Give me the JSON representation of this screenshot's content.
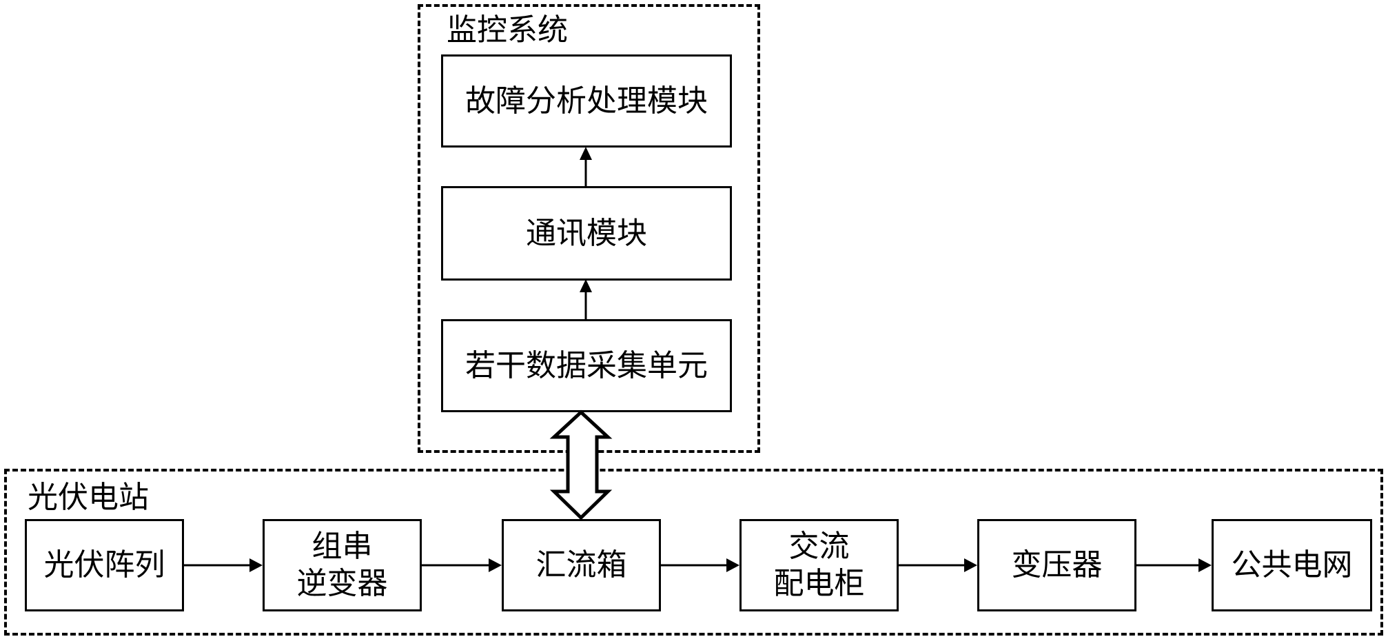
{
  "monitoring_system": {
    "label": "监控系统",
    "modules": [
      {
        "id": "fault",
        "lines": [
          "故障分析处理模块"
        ]
      },
      {
        "id": "comm",
        "lines": [
          "通讯模块"
        ]
      },
      {
        "id": "collect",
        "lines": [
          "若干数据采集单元"
        ]
      }
    ]
  },
  "pv_station": {
    "label": "光伏电站",
    "chain": [
      {
        "id": "array",
        "lines": [
          "光伏阵列"
        ]
      },
      {
        "id": "inverter",
        "lines": [
          "组串",
          "逆变器"
        ]
      },
      {
        "id": "combiner",
        "lines": [
          "汇流箱"
        ]
      },
      {
        "id": "ac_cabinet",
        "lines": [
          "交流",
          "配电柜"
        ]
      },
      {
        "id": "transformer",
        "lines": [
          "变压器"
        ]
      },
      {
        "id": "grid",
        "lines": [
          "公共电网"
        ]
      }
    ]
  },
  "connections": [
    {
      "from": "collect",
      "to": "comm",
      "type": "arrow"
    },
    {
      "from": "comm",
      "to": "fault",
      "type": "arrow"
    },
    {
      "from": "array",
      "to": "inverter",
      "type": "arrow"
    },
    {
      "from": "inverter",
      "to": "combiner",
      "type": "arrow"
    },
    {
      "from": "combiner",
      "to": "ac_cabinet",
      "type": "arrow"
    },
    {
      "from": "ac_cabinet",
      "to": "transformer",
      "type": "arrow"
    },
    {
      "from": "transformer",
      "to": "grid",
      "type": "arrow"
    },
    {
      "from": "collect",
      "to": "combiner",
      "type": "bidirectional"
    }
  ]
}
